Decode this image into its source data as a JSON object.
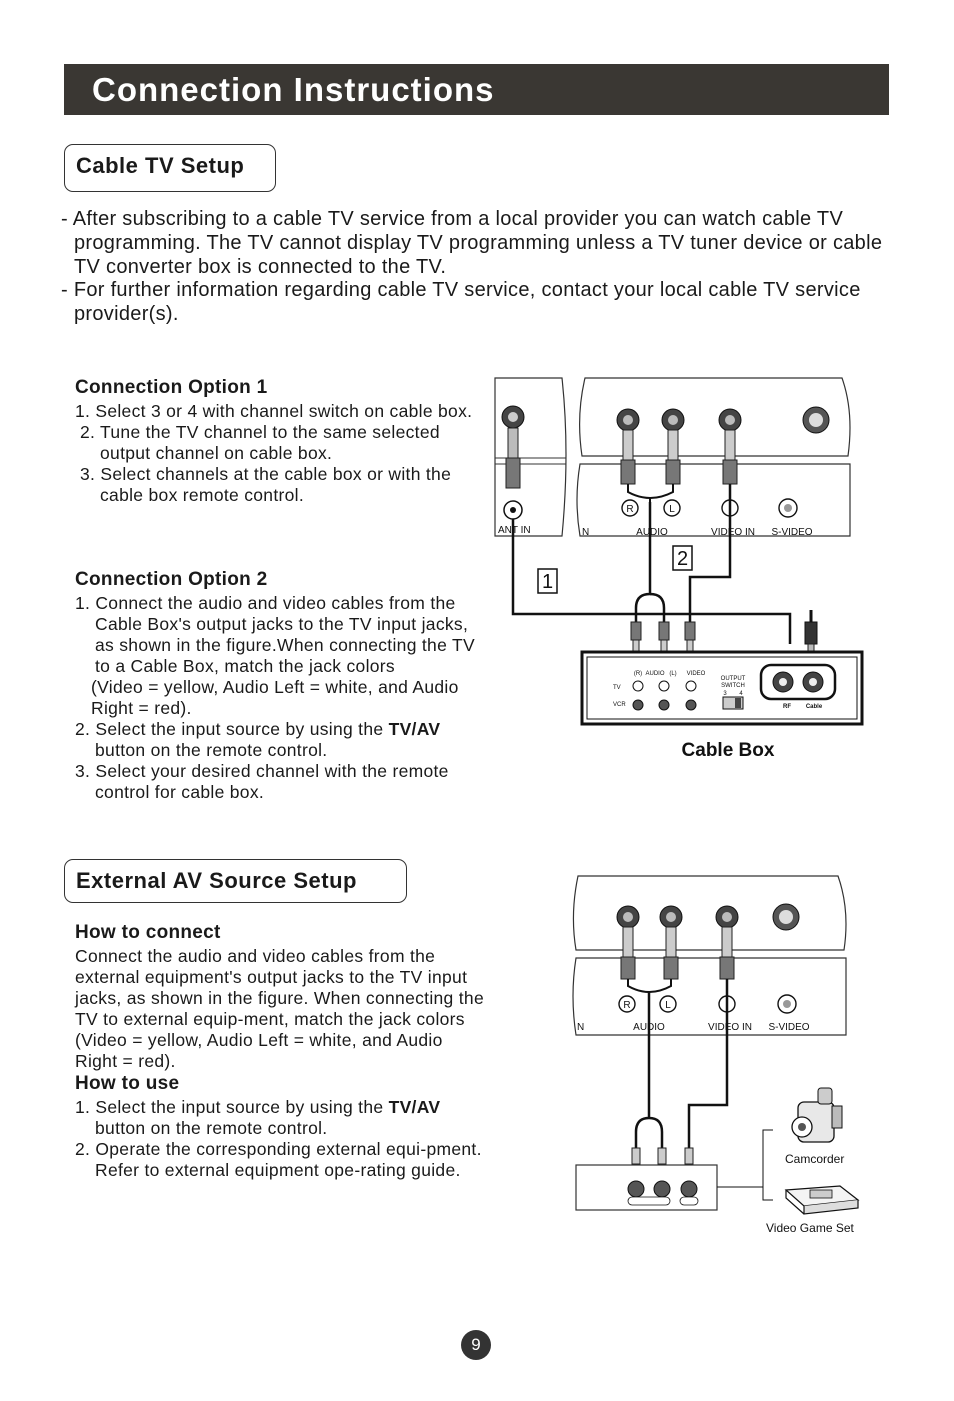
{
  "page_title": "Connection Instructions",
  "cable_section": {
    "title": "Cable TV Setup",
    "intro": [
      "- After subscribing to a cable TV service from a local provider you can watch cable TV programming. The TV cannot display TV programming unless a TV tuner device or cable TV converter box is connected to the TV.",
      "- For further information regarding cable TV service, contact your local cable TV service provider(s)."
    ],
    "option1": {
      "heading": "Connection Option 1",
      "steps": [
        "1. Select 3 or 4 with channel switch on cable box.",
        "2. Tune the TV channel to the same selected output channel on cable box.",
        "3. Select channels at the cable box or with the cable box remote control."
      ]
    },
    "option2": {
      "heading": "Connection Option 2",
      "step1": "1. Connect the audio and video cables from the Cable Box's output jacks to the TV input jacks, as shown in the figure.When connecting the TV to a Cable Box, match the jack colors",
      "step1_note": "(Video = yellow, Audio Left = white, and Audio Right = red).",
      "step2_pre": "2. Select the input source by using the ",
      "step2_bold": "TV/AV",
      "step2_post": " button on the remote control.",
      "step3": "3. Select your desired channel with the remote control for cable box."
    }
  },
  "av_section": {
    "title": "External AV Source Setup",
    "how_connect_heading": "How to connect",
    "how_connect_text": "Connect the audio and video cables from the external equipment's output jacks to the TV input jacks, as shown in the figure. When connecting the TV to external equip-ment, match the jack colors (Video = yellow, Audio Left = white, and Audio Right = red).",
    "how_use_heading": "How to use",
    "use_step1_pre": "1. Select the input source by using the ",
    "use_step1_bold": "TV/AV",
    "use_step1_post": " button on the remote control.",
    "use_step2": "2. Operate the corresponding external equi-pment. Refer to external equipment ope-rating guide."
  },
  "diagram1": {
    "ant_in": "ANT IN",
    "n": "N",
    "audio": "AUDIO",
    "video_in": "VIDEO IN",
    "s_video": "S-VIDEO",
    "r": "R",
    "l": "L",
    "marker1": "1",
    "marker2": "2",
    "box_audio_r": "(R)",
    "box_audio": "AUDIO",
    "box_audio_l": "(L)",
    "box_video": "VIDEO",
    "output": "OUTPUT",
    "switch": "SWITCH",
    "ch3": "3",
    "ch4": "4",
    "tv": "TV",
    "vcr": "VCR",
    "rf": "RF",
    "cable": "Cable",
    "caption": "Cable Box"
  },
  "diagram2": {
    "n": "N",
    "audio": "AUDIO",
    "video_in": "VIDEO IN",
    "s_video": "S-VIDEO",
    "r": "R",
    "l": "L",
    "camcorder": "Camcorder",
    "game": "Video Game Set"
  },
  "page_number": "9"
}
